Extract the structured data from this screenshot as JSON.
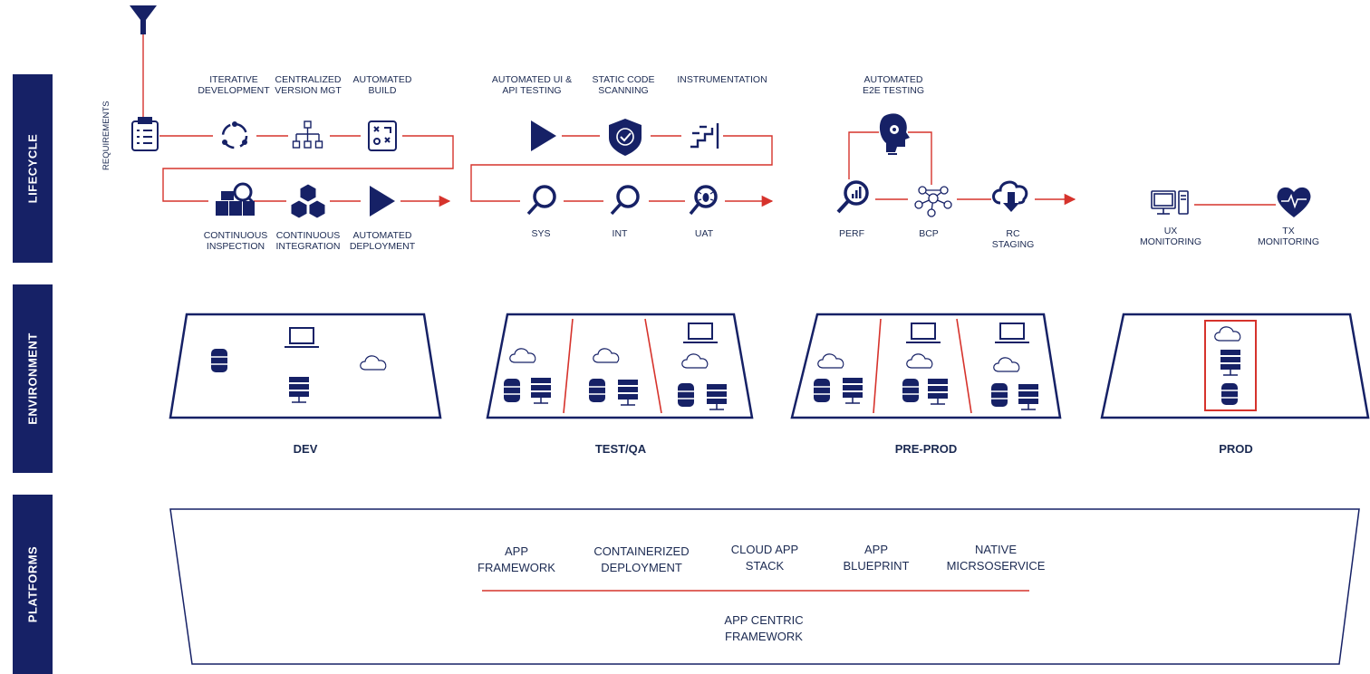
{
  "sections": {
    "lifecycle": "LIFECYCLE",
    "environment": "ENVIRONMENT",
    "platforms": "PLATFORMS"
  },
  "lifecycle": {
    "requirements": "REQUIREMENTS",
    "dev_top": [
      [
        "ITERATIVE",
        "DEVELOPMENT"
      ],
      [
        "CENTRALIZED",
        "VERSION MGT"
      ],
      [
        "AUTOMATED",
        "BUILD"
      ]
    ],
    "dev_bottom": [
      [
        "CONTINUOUS",
        "INSPECTION"
      ],
      [
        "CONTINUOUS",
        "INTEGRATION"
      ],
      [
        "AUTOMATED",
        "DEPLOYMENT"
      ]
    ],
    "test_top": [
      [
        "AUTOMATED UI &",
        "API TESTING"
      ],
      [
        "STATIC CODE",
        "SCANNING"
      ],
      [
        "INSTRUMENTATION",
        ""
      ]
    ],
    "test_bottom": [
      "SYS",
      "INT",
      "UAT"
    ],
    "preprod_top": [
      "AUTOMATED",
      "E2E TESTING"
    ],
    "preprod_bottom": [
      [
        "PERF",
        ""
      ],
      [
        "BCP",
        ""
      ],
      [
        "RC",
        "STAGING"
      ]
    ],
    "prod": [
      [
        "UX",
        "MONITORING"
      ],
      [
        "TX",
        "MONITORING"
      ]
    ]
  },
  "environments": [
    "DEV",
    "TEST/QA",
    "PRE-PROD",
    "PROD"
  ],
  "platforms": {
    "items": [
      [
        "APP",
        "FRAMEWORK"
      ],
      [
        "CONTAINERIZED",
        "DEPLOYMENT"
      ],
      [
        "CLOUD APP",
        "STACK"
      ],
      [
        "APP",
        "BLUEPRINT"
      ],
      [
        "NATIVE",
        "MICRSOSERVICE"
      ]
    ],
    "base": [
      "APP CENTRIC",
      "FRAMEWORK"
    ]
  },
  "colors": {
    "navy": "#162166",
    "red": "#d6332c",
    "text": "#1b2a52"
  }
}
